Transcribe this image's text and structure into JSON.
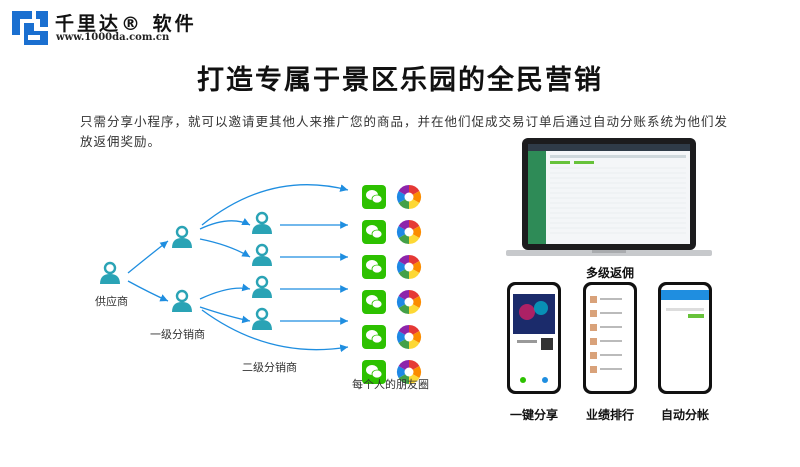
{
  "brand": {
    "name": "千里达® 软件",
    "url": "www.1000da.com.cn"
  },
  "headline": "打造专属于景区乐园的全民营销",
  "description": "只需分享小程序，就可以邀请更其他人来推广您的商品，并在他们促成交易订单后通过自动分账系统为他们发放返佣奖励。",
  "diagram": {
    "supplier": "供应商",
    "level1": "一级分销商",
    "level2": "二级分销商",
    "friends": "每个人的朋友圈"
  },
  "features": {
    "laptop": "多级返佣",
    "share": "一键分享",
    "ranking": "业绩排行",
    "split": "自动分帐"
  },
  "colors": {
    "person": "#2aa3b5",
    "arrow": "#1f8ee0",
    "wechat": "#2dc100",
    "logo": "#1a6fd0"
  }
}
